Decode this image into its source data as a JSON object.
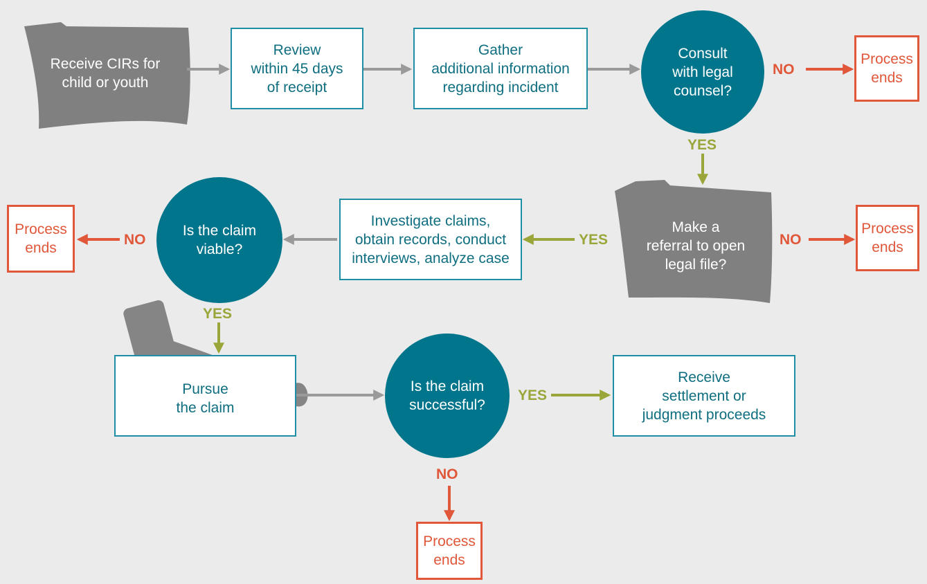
{
  "colors": {
    "background": "#ebebeb",
    "process_border": "#1d8ea3",
    "process_text": "#0f6e80",
    "decision_fill": "#00758c",
    "document_fill": "#808080",
    "end_color": "#e0573a",
    "yes_color": "#9aa63a",
    "flow_arrow": "#9a9a9a"
  },
  "nodes": {
    "receive_cirs": "Receive CIRs for\nchild or youth",
    "review": "Review\nwithin 45 days\nof receipt",
    "gather": "Gather\nadditional information\nregarding incident",
    "consult": "Consult\nwith legal\ncounsel?",
    "end_1": "Process\nends",
    "referral": "Make a\nreferral to open\nlegal file?",
    "end_2": "Process\nends",
    "investigate": "Investigate claims,\nobtain records, conduct\ninterviews, analyze case",
    "viable": "Is the claim\nviable?",
    "end_3": "Process\nends",
    "pursue": "Pursue\nthe claim",
    "successful": "Is the claim\nsuccessful?",
    "receive_settlement": "Receive\nsettlement or\njudgment proceeds",
    "end_4": "Process\nends"
  },
  "labels": {
    "consult_no": "NO",
    "consult_yes": "YES",
    "referral_yes": "YES",
    "referral_no": "NO",
    "viable_no": "NO",
    "viable_yes": "YES",
    "successful_yes": "YES",
    "successful_no": "NO"
  },
  "icons": {
    "gavel": "gavel-icon"
  }
}
